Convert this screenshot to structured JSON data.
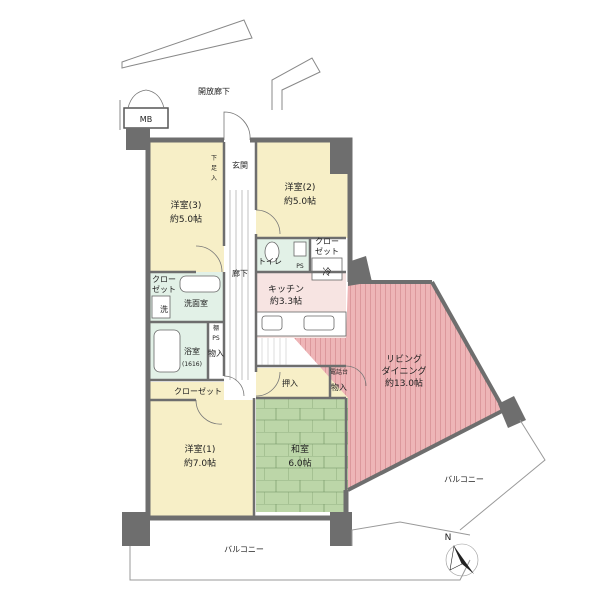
{
  "labels": {
    "open_corridor": "開放廊下",
    "mb": "MB",
    "entrance": "玄関",
    "shoe_closet": "下足入",
    "western3_name": "洋室(3)",
    "western3_size": "約5.0帖",
    "western2_name": "洋室(2)",
    "western2_size": "約5.0帖",
    "closet_small_1": "クロー",
    "closet_small_2": "ゼット",
    "toilet": "トイレ",
    "ps": "PS",
    "refrigerator": "冷",
    "hallway": "廊下",
    "kitchen_name": "キッチン",
    "kitchen_size": "約3.3帖",
    "closet_left_1": "クロー",
    "closet_left_2": "ゼット",
    "washroom": "洗面室",
    "washer": "洗",
    "bath_name": "浴室",
    "bath_size": "(1616)",
    "linen": "棚",
    "ps2": "PS",
    "storage": "物入",
    "closet_long": "クローゼット",
    "oshiire": "押入",
    "storage2": "物入",
    "phone_stand": "電話台",
    "living_name_1": "リビング",
    "living_name_2": "ダイニング",
    "living_size": "約13.0帖",
    "western1_name": "洋室(1)",
    "western1_size": "約7.0帖",
    "japanese_name": "和室",
    "japanese_size": "6.0帖",
    "balcony_right": "バルコニー",
    "balcony_bottom": "バルコニー",
    "north": "N"
  },
  "colors": {
    "wall": "#6e6e6e",
    "room_beige": "#f7efc7",
    "wet_area": "#e2f1e7",
    "kitchen": "#f7e4e2",
    "living": "#e8a4a7",
    "tatami": "#b9d3a6",
    "floor_white": "#ffffff"
  }
}
